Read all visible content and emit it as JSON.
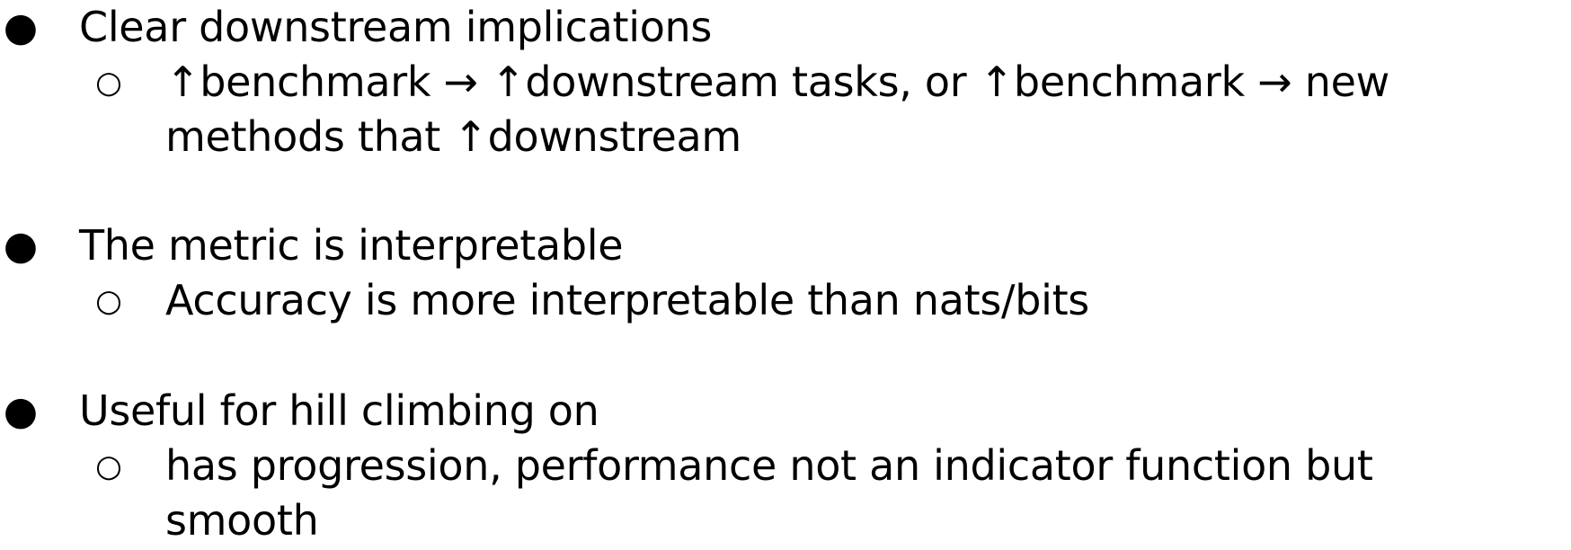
{
  "items": [
    {
      "bullet": "●",
      "text": "Clear downstream implications",
      "sub": {
        "bullet": "○",
        "text": "↑benchmark → ↑downstream tasks, or ↑benchmark → new methods that ↑downstream"
      }
    },
    {
      "bullet": "●",
      "text": "The metric is interpretable",
      "sub": {
        "bullet": "○",
        "text": "Accuracy is more interpretable than nats/bits"
      }
    },
    {
      "bullet": "●",
      "text": "Useful for hill climbing on",
      "sub": {
        "bullet": "○",
        "text": "has progression, performance not an indicator function but smooth"
      }
    }
  ]
}
